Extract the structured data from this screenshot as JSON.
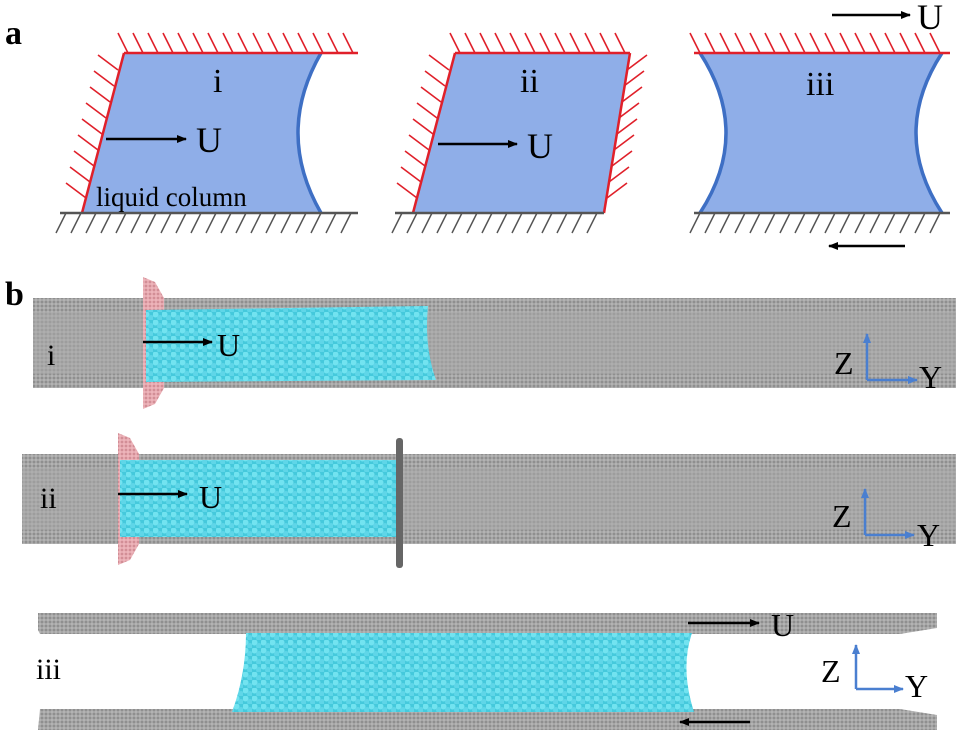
{
  "panels": {
    "a": {
      "letter": "a",
      "sub_i": {
        "roman": "i",
        "velocity": "U",
        "caption": "liquid column"
      },
      "sub_ii": {
        "roman": "ii",
        "velocity": "U"
      },
      "sub_iii": {
        "roman": "iii",
        "velocity": "U"
      }
    },
    "b": {
      "letter": "b",
      "sub_i": {
        "roman": "i",
        "velocity": "U",
        "axis_z": "Z",
        "axis_y": "Y"
      },
      "sub_ii": {
        "roman": "ii",
        "velocity": "U",
        "axis_z": "Z",
        "axis_y": "Y"
      },
      "sub_iii": {
        "roman": "iii",
        "velocity": "U",
        "axis_z": "Z",
        "axis_y": "Y"
      }
    }
  },
  "colors": {
    "liquid_fill": "#8faee8",
    "meniscus": "#3e6fc4",
    "hatch_red": "#e0202a",
    "hatch_gray": "#555555",
    "wall_gray": "#a7a7a7",
    "water_cyan": "#57d8e8",
    "piston_pink": "#e9aab0",
    "axis_blue": "#4a7fd0"
  }
}
